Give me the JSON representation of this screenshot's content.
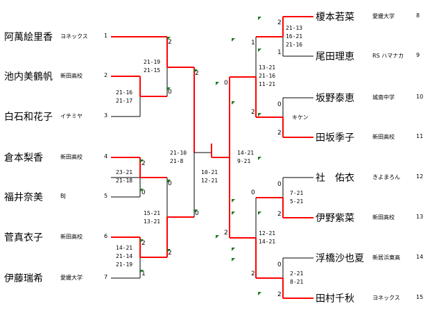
{
  "colors": {
    "winner_line": "#ff0000",
    "loser_line": "#000000",
    "flag": "#1a7a1a"
  },
  "left_players": [
    {
      "seed": "1",
      "name": "阿萬絵里香",
      "team": "ヨネックス"
    },
    {
      "seed": "2",
      "name": "池内美鶴帆",
      "team": "新田高校"
    },
    {
      "seed": "3",
      "name": "白石和花子",
      "team": "イチミヤ"
    },
    {
      "seed": "4",
      "name": "倉本梨香",
      "team": "新田高校"
    },
    {
      "seed": "5",
      "name": "福井奈美",
      "team": "BJ"
    },
    {
      "seed": "6",
      "name": "菅真衣子",
      "team": "新田高校"
    },
    {
      "seed": "7",
      "name": "伊藤瑞希",
      "team": "愛媛大学"
    }
  ],
  "right_players": [
    {
      "seed": "8",
      "name": "榎本若菜",
      "team": "愛媛大学"
    },
    {
      "seed": "9",
      "name": "尾田理恵",
      "team": "RS ハマナカ"
    },
    {
      "seed": "10",
      "name": "坂野泰恵",
      "team": "城南中学"
    },
    {
      "seed": "11",
      "name": "田坂季子",
      "team": "新田高校"
    },
    {
      "seed": "12",
      "name": "社　佑衣",
      "team": "きよまろん"
    },
    {
      "seed": "13",
      "name": "伊野紫菜",
      "team": "新田高校"
    },
    {
      "seed": "14",
      "name": "浮橋沙也夏",
      "team": "新居浜東高"
    },
    {
      "seed": "15",
      "name": "田村千秋",
      "team": "ヨネックス"
    }
  ],
  "matches": {
    "L_2v3": {
      "scores": "21-16\n21-17",
      "games_top": "",
      "games_bottom": ""
    },
    "L_4v5": {
      "scores": "23-21\n21-18",
      "games_top": "2",
      "games_bottom": "0"
    },
    "L_6v7": {
      "scores": "14-21\n21-14\n21-19",
      "games_top": "2",
      "games_bottom": "1"
    },
    "L_1v23": {
      "scores": "21-19\n21-15",
      "games_top": "2",
      "games_bottom": "0"
    },
    "L_45v67": {
      "scores": "15-21\n13-21",
      "games_top": "0",
      "games_bottom": "2"
    },
    "L_semi": {
      "scores": "21-10\n21-8",
      "games_top": "2",
      "games_bottom": "0"
    },
    "final": {
      "scores": "10-21\n12-21"
    },
    "R_8v9": {
      "scores": "21-13\n16-21\n21-16",
      "games_top": "2",
      "games_bottom": "1"
    },
    "R_10v11": {
      "note": "キケン",
      "games_top": "0",
      "games_bottom": "2"
    },
    "R_12v13": {
      "scores": "7-21\n5-21",
      "games_top": "0",
      "games_bottom": "2"
    },
    "R_14v15": {
      "scores": "2-21\n8-21",
      "games_top": "0",
      "games_bottom": "2"
    },
    "R_89v1011": {
      "scores": "13-21\n21-16\n11-21",
      "games_top": "1",
      "games_bottom": "2"
    },
    "R_1213v1415": {
      "scores": "12-21\n14-21",
      "games_top": "0",
      "games_bottom": "2"
    },
    "R_semi": {
      "scores": "14-21\n9-21",
      "games_top": "0",
      "games_bottom": "2"
    }
  }
}
